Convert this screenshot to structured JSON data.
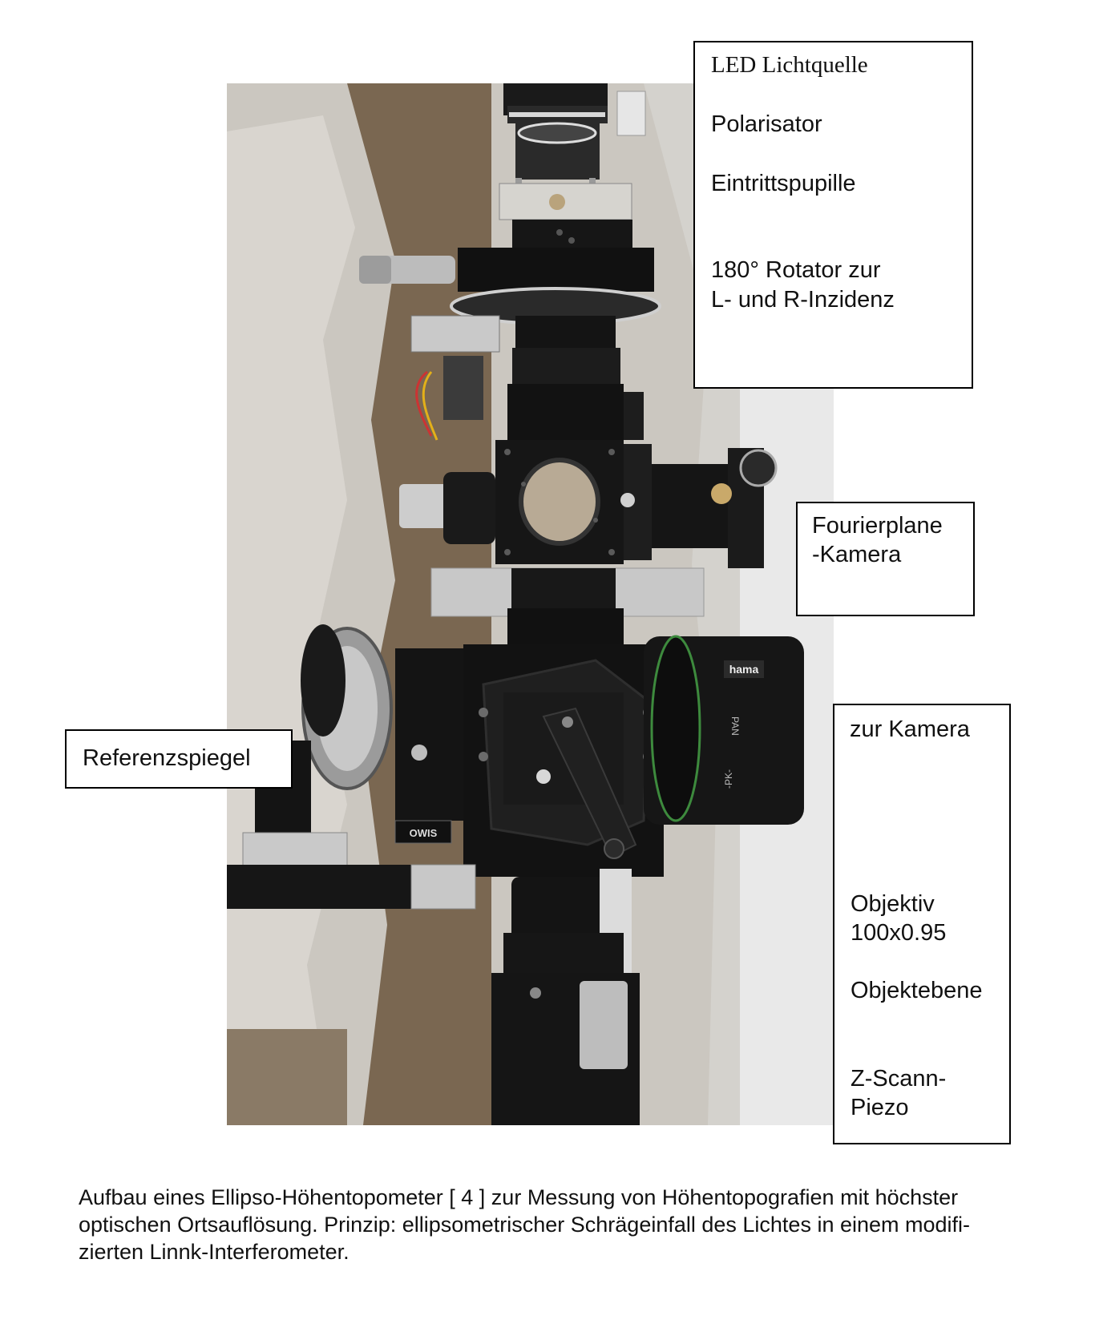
{
  "labels": {
    "top_box": {
      "led_lichtquelle": "LED Lichtquelle",
      "polarisator": "Polarisator",
      "eintrittspupille": "Eintrittspupille",
      "rotator_line1": "180° Rotator zur",
      "rotator_line2": "L- und R-Inzidenz"
    },
    "fourier_box": {
      "line1": "Fourierplane",
      "line2": "-Kamera"
    },
    "referenz_box": {
      "text": "Referenzspiegel"
    },
    "right_box": {
      "zur_kamera": "zur Kamera",
      "objektiv_line1": "Objektiv",
      "objektiv_line2": "100x0.95",
      "objektebene": "Objektebene",
      "piezo_line1": "Z-Scann-",
      "piezo_line2": "Piezo"
    }
  },
  "photo_marks": {
    "owis_logo": "OWIS",
    "lens_brand": "hama",
    "lens_pan": "PAN",
    "lens_pk": "-PK-"
  },
  "caption": "Aufbau eines Ellipso-Höhentopometer [ 4 ]  zur Messung von Höhentopografien mit höchster\noptischen Ortsauflösung. Prinzip: ellipsometrischer Schrägeinfall des  Lichtes in einem modifi-\nzierten Linnk-Interferometer.",
  "colors": {
    "background": "#ffffff",
    "box_border": "#000000",
    "instrument_black": "#151515",
    "aluminium": "#c8c8c8"
  }
}
